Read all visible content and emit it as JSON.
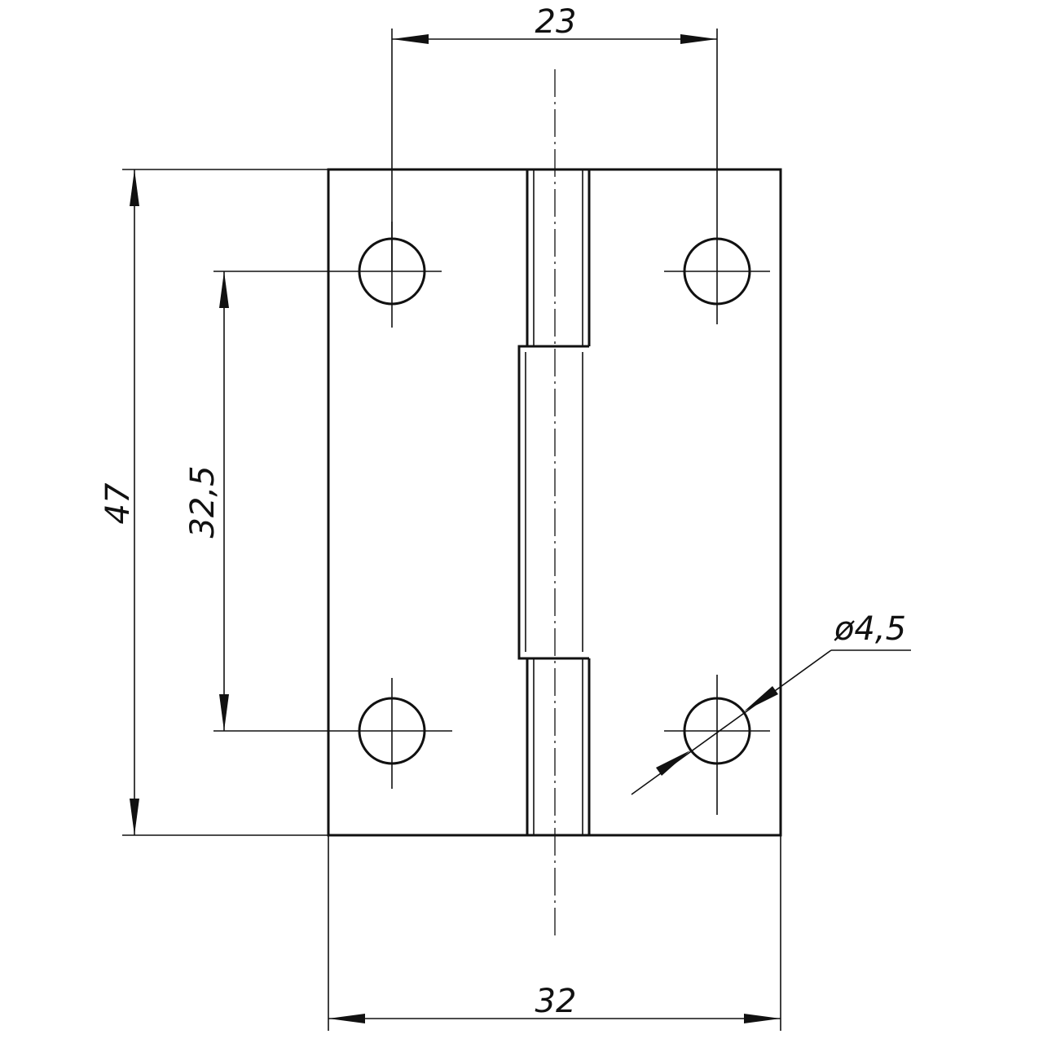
{
  "drawing": {
    "subject": "hinge plate with four mounting holes",
    "dimensions": {
      "hole_spacing_horizontal": "23",
      "hole_spacing_vertical": "32,5",
      "overall_height": "47",
      "overall_width": "32",
      "hole_diameter": "ø4,5"
    }
  }
}
